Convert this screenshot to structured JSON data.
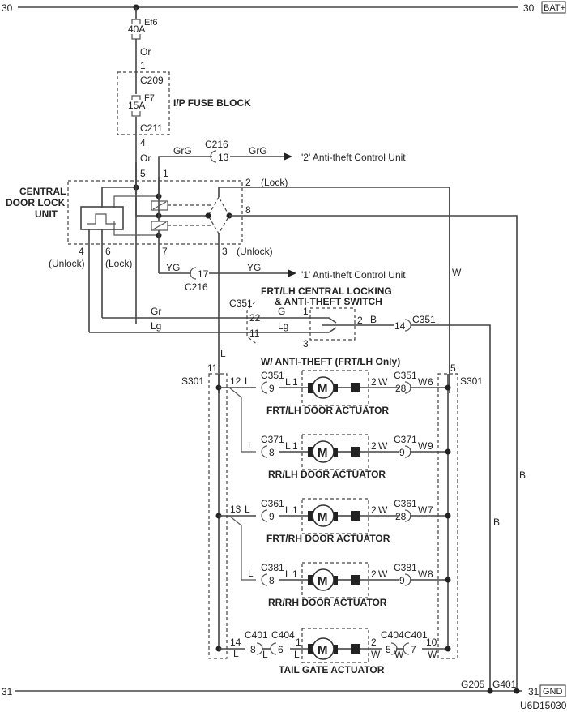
{
  "diagram_id": "U6D15030",
  "power": {
    "left_label": "30",
    "right_label": "30",
    "badge": "BAT+"
  },
  "ground": {
    "left_label": "31",
    "right_label": "31",
    "badge": "GND",
    "g205": "G205",
    "g401": "G401"
  },
  "fuses": {
    "ef6": {
      "name": "Ef6",
      "rating": "40A"
    },
    "f7": {
      "name": "F7",
      "rating": "15A"
    }
  },
  "fuse_block": {
    "title": "I/P FUSE BLOCK",
    "c209": "C209",
    "c211": "C211"
  },
  "wires": {
    "or": "Or",
    "grg": "GrG",
    "yg": "YG",
    "gr": "Gr",
    "lg": "Lg",
    "g": "G",
    "b": "B",
    "w": "W",
    "l": "L"
  },
  "pins": {
    "p1": "1",
    "p4": "4",
    "p5": "5",
    "p2": "2",
    "p8": "8",
    "p3": "3",
    "p7": "7",
    "p6": "6",
    "p13": "13",
    "p17": "17",
    "p22": "22",
    "p11": "11",
    "p14": "14",
    "sw1": "1",
    "sw2": "2",
    "sw3": "3",
    "s11": "11",
    "s5": "5",
    "p12": "12",
    "p13b": "13",
    "p14b": "14"
  },
  "central_unit": {
    "title_lines": [
      "CENTRAL",
      "DOOR LOCK",
      "UNIT"
    ],
    "lock": "(Lock)",
    "unlock": "(Unlock)"
  },
  "anti_theft": {
    "c216": "C216",
    "out2": "'2' Anti-theft Control Unit",
    "out1": "'1' Anti-theft Control Unit"
  },
  "switch": {
    "title_lines": [
      "FRT/LH CENTRAL LOCKING",
      "& ANTI-THEFT SWITCH"
    ],
    "c351": "C351"
  },
  "splice": {
    "left": "S301",
    "right": "S301"
  },
  "section_title": "W/ ANTI-THEFT (FRT/LH Only)",
  "actuators": [
    {
      "name": "FRT/LH DOOR ACTUATOR",
      "lpin": "12",
      "lwire": "L",
      "lconn": "C351",
      "lconn_pin": "9",
      "ain": "1",
      "aout": "2",
      "rconn": "C351",
      "rconn_pin": "28",
      "rpin": "6"
    },
    {
      "name": "RR/LH DOOR ACTUATOR",
      "lpin": "",
      "lwire": "L",
      "lconn": "C371",
      "lconn_pin": "8",
      "ain": "1",
      "aout": "2",
      "rconn": "C371",
      "rconn_pin": "9",
      "rpin": "9"
    },
    {
      "name": "FRT/RH DOOR ACTUATOR",
      "lpin": "13",
      "lwire": "L",
      "lconn": "C361",
      "lconn_pin": "9",
      "ain": "1",
      "aout": "2",
      "rconn": "C361",
      "rconn_pin": "28",
      "rpin": "7"
    },
    {
      "name": "RR/RH DOOR ACTUATOR",
      "lpin": "",
      "lwire": "L",
      "lconn": "C381",
      "lconn_pin": "8",
      "ain": "1",
      "aout": "2",
      "rconn": "C381",
      "rconn_pin": "9",
      "rpin": "8"
    }
  ],
  "tailgate": {
    "name": "TAIL GATE ACTUATOR",
    "lpin": "14",
    "c401a": "C401",
    "c401a_pin": "8",
    "c404a": "C404",
    "c404a_pin": "6",
    "ain": "1",
    "aout": "2",
    "c404b": "C404",
    "c404b_pin": "5",
    "c401b": "C401",
    "c401b_pin": "7",
    "rpin": "10"
  },
  "motor_label": "M"
}
